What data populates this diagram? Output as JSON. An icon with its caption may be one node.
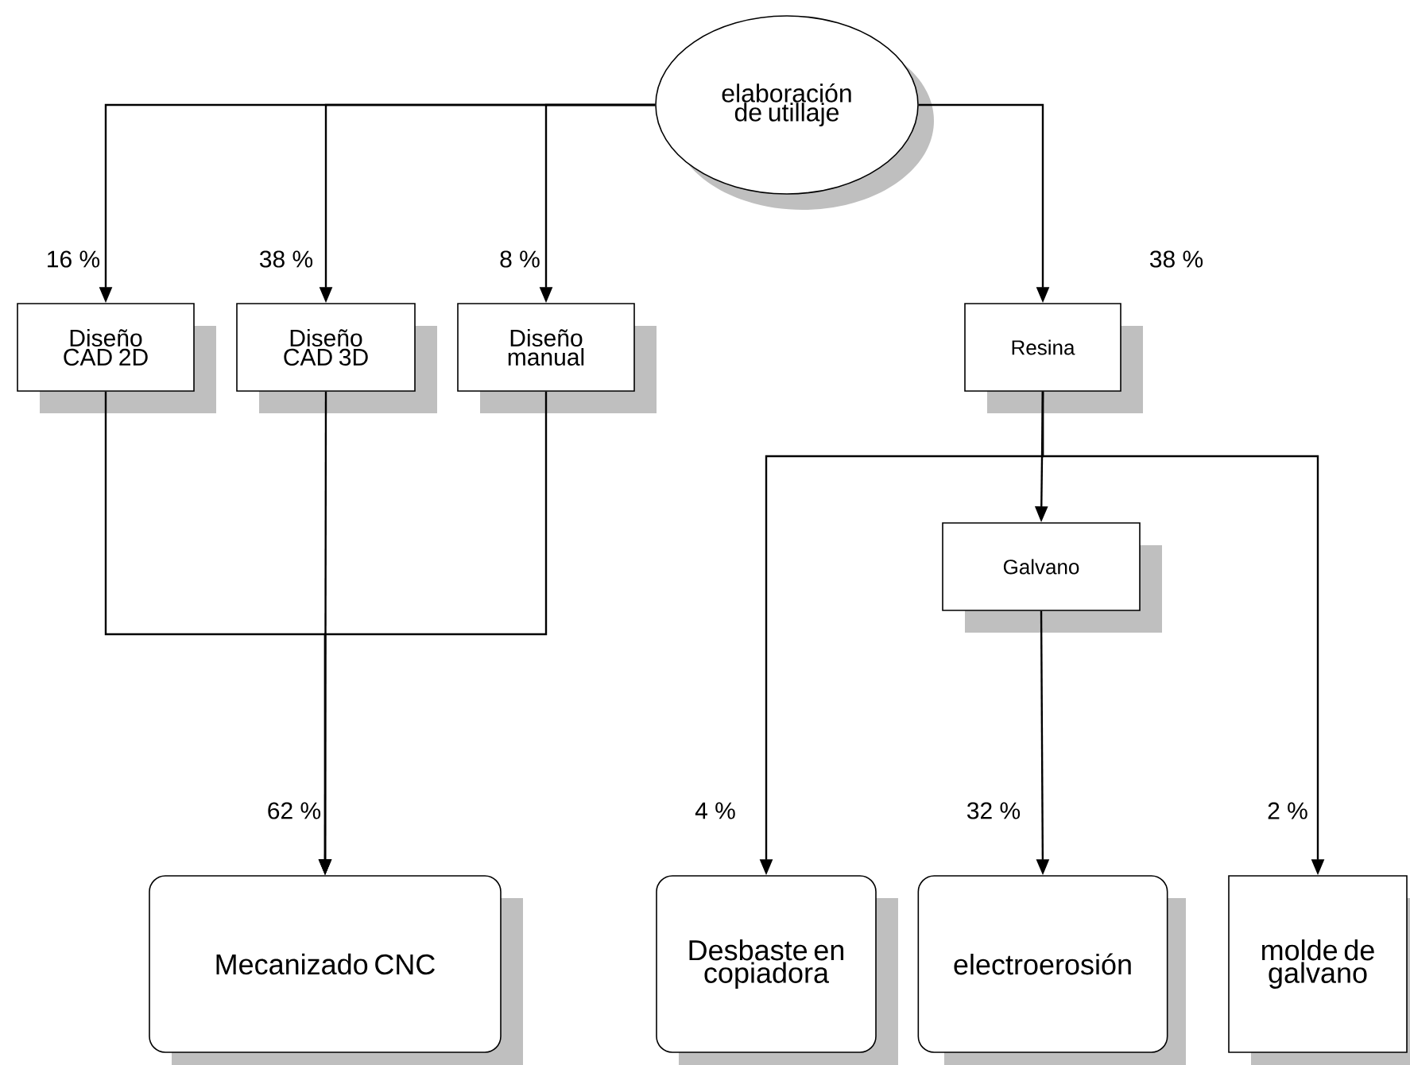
{
  "diagram": {
    "nodes": [
      {
        "text": [
          "elaboración de utillaje"
        ]
      },
      {
        "text": [
          "Diseño CAD 2D"
        ]
      },
      {
        "text": [
          "Diseño CAD 3D"
        ]
      },
      {
        "text": [
          "Diseño manual"
        ]
      },
      {
        "text": [
          "Resina"
        ]
      },
      {
        "text": [
          "Galvano"
        ]
      },
      {
        "text": [
          "Mecanizado CNC"
        ]
      },
      {
        "text": [
          "Desbaste en copiadora"
        ]
      },
      {
        "text": [
          "electroerosión"
        ]
      },
      {
        "text": [
          "molde de galvano"
        ]
      }
    ],
    "edges": [
      {
        "from": 0,
        "to": 1,
        "arrow": "to"
      },
      {
        "from": 0,
        "to": 2,
        "arrow": "to"
      },
      {
        "from": 0,
        "to": 3,
        "arrow": "to"
      },
      {
        "from": 0,
        "to": 4,
        "arrow": "to"
      },
      {
        "from": 1,
        "to": 6,
        "arrow": "to"
      },
      {
        "from": 2,
        "to": 6,
        "arrow": "to"
      },
      {
        "from": 3,
        "to": 6,
        "arrow": "to"
      },
      {
        "from": 4,
        "to": 7,
        "arrow": "to"
      },
      {
        "from": 4,
        "to": 5,
        "arrow": "to"
      },
      {
        "from": 4,
        "to": 9,
        "arrow": "to"
      },
      {
        "from": 5,
        "to": 8,
        "arrow": "to"
      }
    ],
    "labels": [
      "16 %",
      "38 %",
      "8 %",
      "38 %",
      "62 %",
      "4 %",
      "32 %",
      "2 %"
    ]
  }
}
